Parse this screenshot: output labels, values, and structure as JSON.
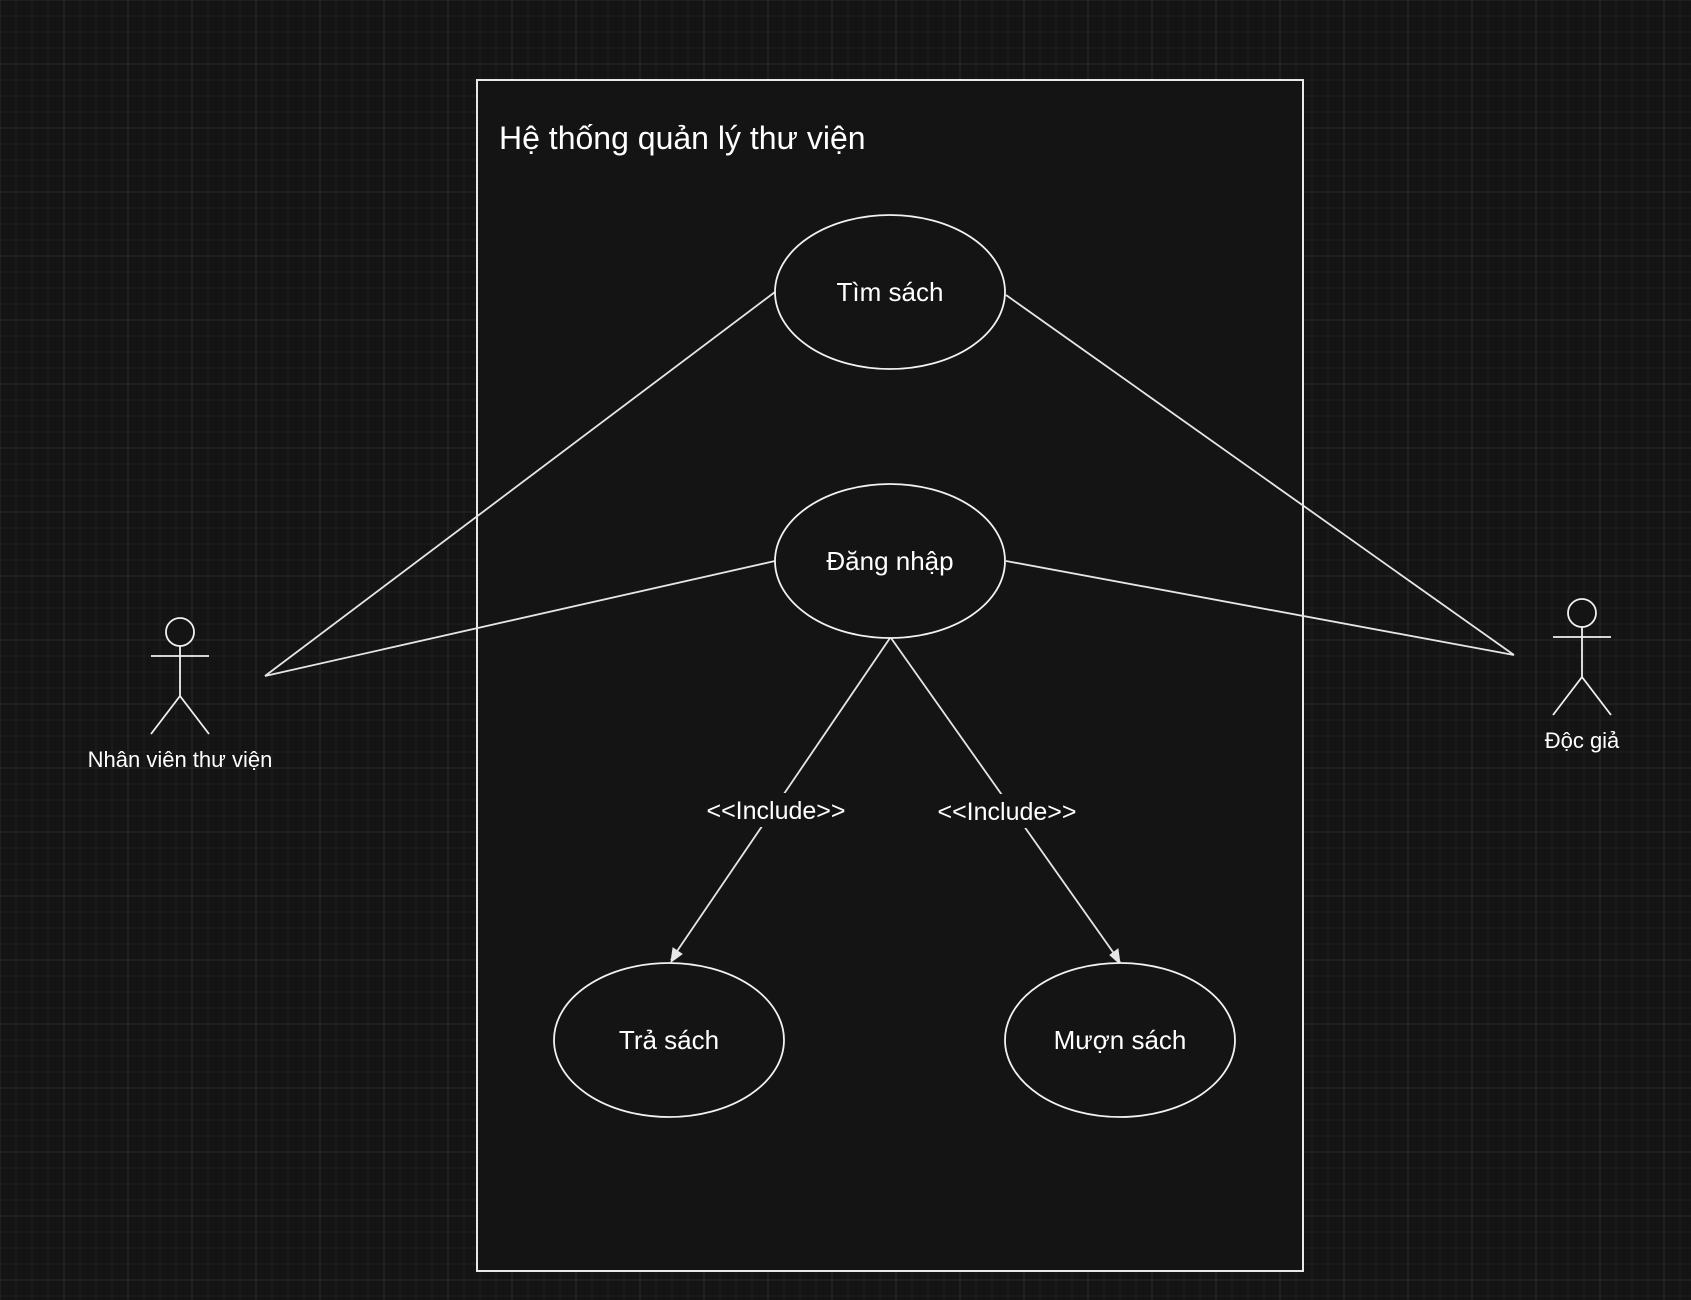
{
  "system": {
    "title": "Hệ thống quản lý thư viện"
  },
  "use_cases": {
    "tim_sach": "Tìm sách",
    "dang_nhap": "Đăng nhập",
    "tra_sach": "Trả sách",
    "muon_sach": "Mượn sách"
  },
  "actors": {
    "staff": "Nhân viên thư viện",
    "reader": "Độc giả"
  },
  "relations": {
    "include_left": "<<Include>>",
    "include_right": "<<Include>>"
  },
  "colors": {
    "background": "#141414",
    "stroke": "#f0f0f0",
    "text": "#ffffff"
  }
}
